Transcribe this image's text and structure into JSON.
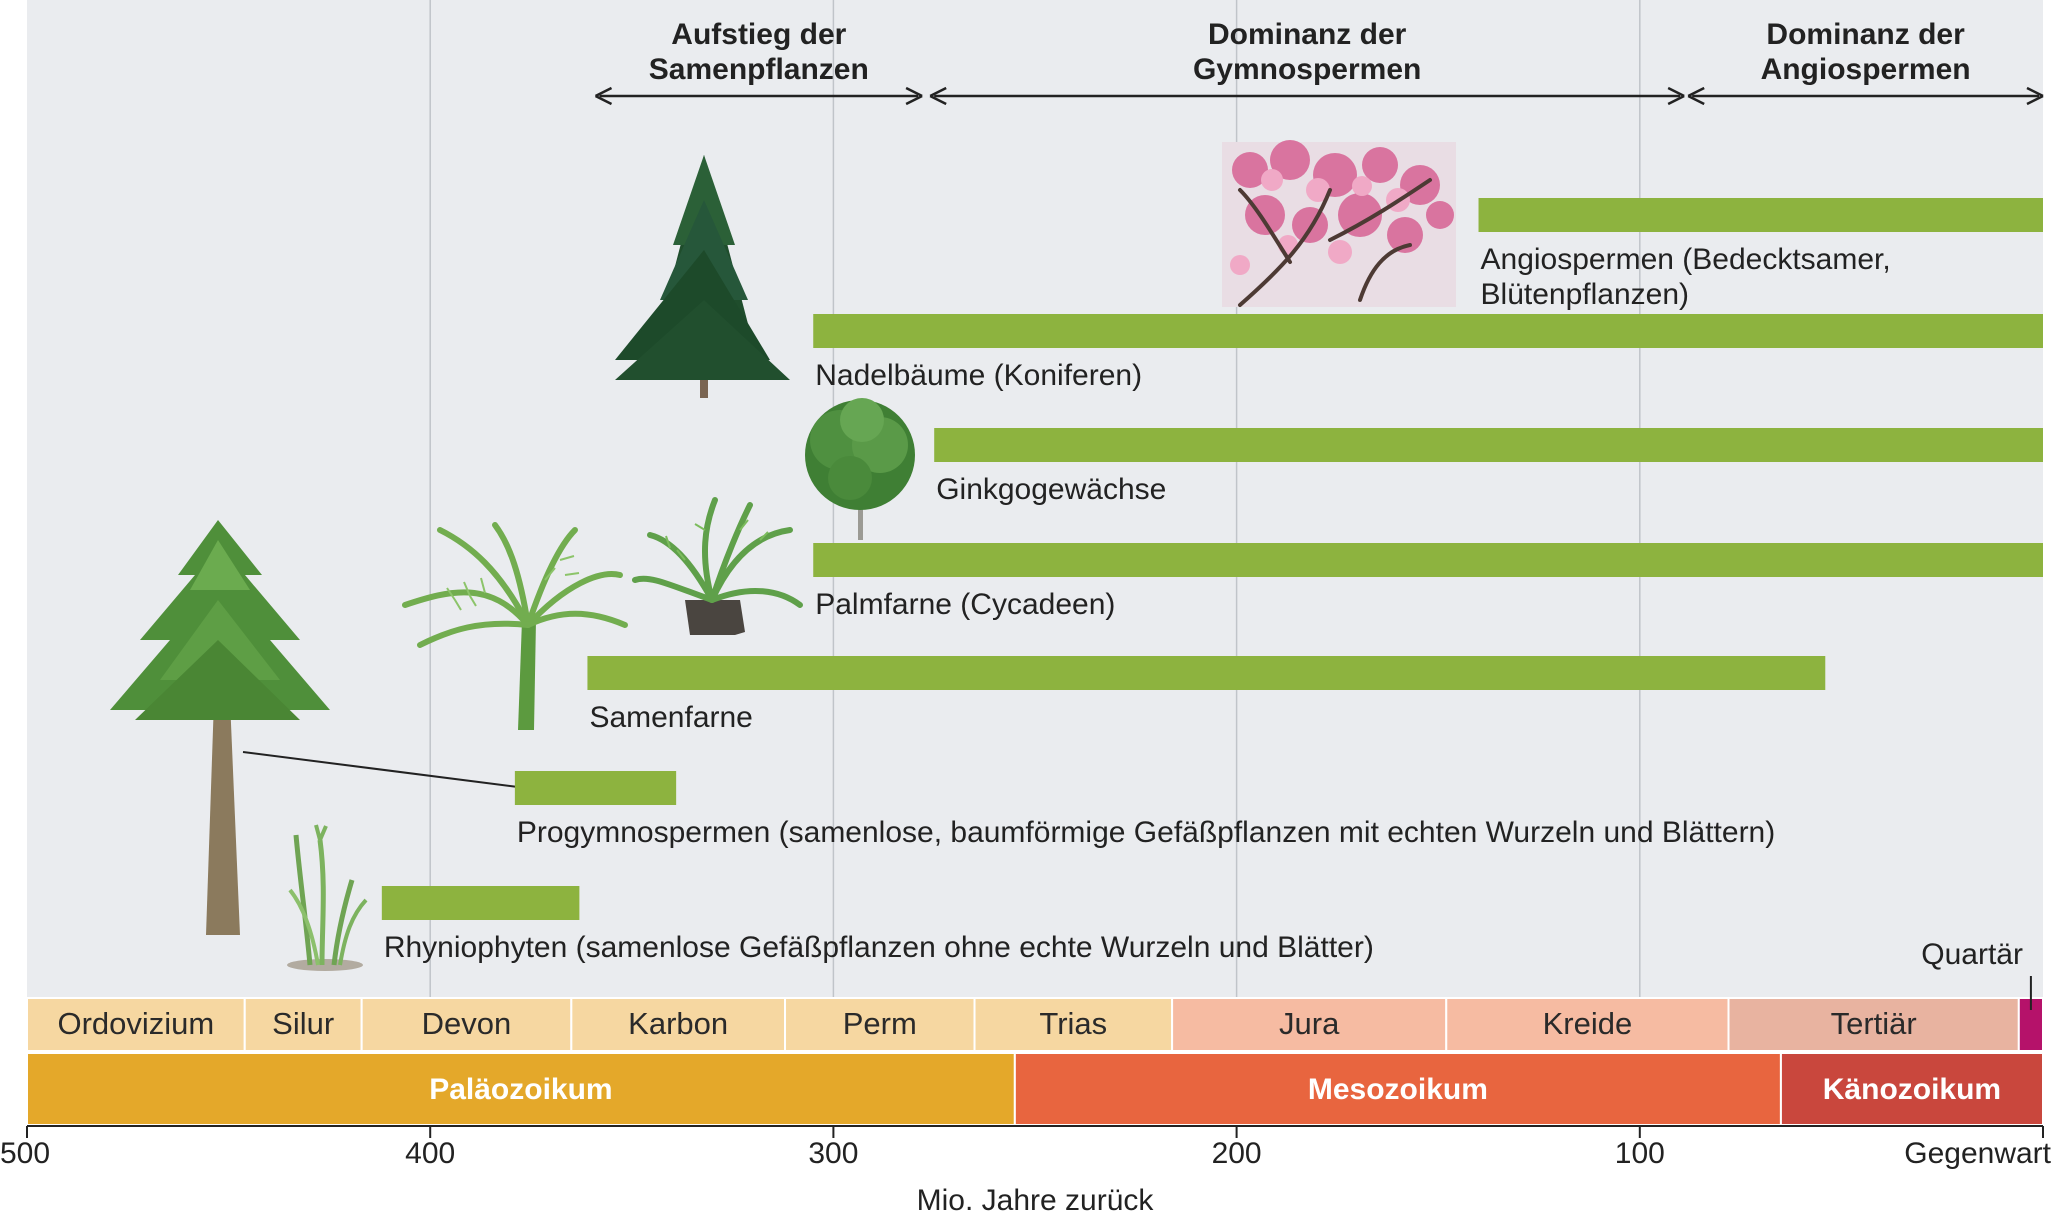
{
  "chart_data": {
    "type": "timeline",
    "xlabel": "Mio. Jahre zurück",
    "xlim": [
      500,
      0
    ],
    "xticks": [
      {
        "value": 500,
        "label": "500"
      },
      {
        "value": 400,
        "label": "400"
      },
      {
        "value": 300,
        "label": "300"
      },
      {
        "value": 200,
        "label": "200"
      },
      {
        "value": 100,
        "label": "100"
      },
      {
        "value": 0,
        "label": "Gegenwart"
      }
    ],
    "grid": true,
    "phases": [
      {
        "label_lines": [
          "Aufstieg der",
          "Samenpflanzen"
        ],
        "start": 359,
        "end": 278
      },
      {
        "label_lines": [
          "Dominanz der",
          "Gymnospermen"
        ],
        "start": 276,
        "end": 89
      },
      {
        "label_lines": [
          "Dominanz der",
          "Angiospermen"
        ],
        "start": 88,
        "end": 0
      }
    ],
    "bars": [
      {
        "label_lines": [
          "Angiospermen (Bedecktsamer,",
          "Blütenpflanzen)"
        ],
        "start": 140,
        "end": 0,
        "image": "flowering-tree-picture"
      },
      {
        "label_lines": [
          "Nadelbäume (Koniferen)"
        ],
        "start": 305,
        "end": 0,
        "image": "conifer-tree-picture"
      },
      {
        "label_lines": [
          "Ginkgogewächse"
        ],
        "start": 275,
        "end": 0,
        "image": "ginkgo-tree-picture"
      },
      {
        "label_lines": [
          "Palmfarne (Cycadeen)"
        ],
        "start": 305,
        "end": 0,
        "image": "cycad-plant-picture"
      },
      {
        "label_lines": [
          "Samenfarne"
        ],
        "start": 361,
        "end": 54,
        "image": "seed-fern-picture"
      },
      {
        "label_lines": [
          "Progymnospermen (samenlose, baumförmige Gefäßpflanzen mit echten Wurzeln und Blättern)"
        ],
        "start": 379,
        "end": 339,
        "image": "progymnosperm-tree-picture"
      },
      {
        "label_lines": [
          "Rhyniophyten (samenlose Gefäßpflanzen ohne echte Wurzeln und Blätter)"
        ],
        "start": 412,
        "end": 363,
        "image": "rhyniophyte-plant-picture"
      }
    ],
    "periods": [
      {
        "label": "Ordovizium",
        "start": 500,
        "end": 446
      },
      {
        "label": "Silur",
        "start": 446,
        "end": 417
      },
      {
        "label": "Devon",
        "start": 417,
        "end": 365
      },
      {
        "label": "Karbon",
        "start": 365,
        "end": 312
      },
      {
        "label": "Perm",
        "start": 312,
        "end": 265
      },
      {
        "label": "Trias",
        "start": 265,
        "end": 216
      },
      {
        "label": "Jura",
        "start": 216,
        "end": 148
      },
      {
        "label": "Kreide",
        "start": 148,
        "end": 78
      },
      {
        "label": "Tertiär",
        "start": 78,
        "end": 6
      },
      {
        "label": "",
        "start": 6,
        "end": 0
      }
    ],
    "eras": [
      {
        "label": "Paläozoikum",
        "start": 500,
        "end": 255
      },
      {
        "label": "Mesozoikum",
        "start": 255,
        "end": 65
      },
      {
        "label": "Känozoikum",
        "start": 65,
        "end": 0
      }
    ],
    "quartaer_label": "Quartär",
    "colors": {
      "bar": "#8db33f",
      "plot_background": "#eaecef",
      "paleozoic_period": "#f6d7a1",
      "mesozoic_period": "#f6bba2",
      "cenozoic_period": "#e8b3a0",
      "quaternary": "#b5126a",
      "paleozoic_era": "#e4a82a",
      "mesozoic_era": "#e8653f",
      "cenozoic_era": "#c9473d",
      "grid": "#c0c4c9"
    }
  }
}
